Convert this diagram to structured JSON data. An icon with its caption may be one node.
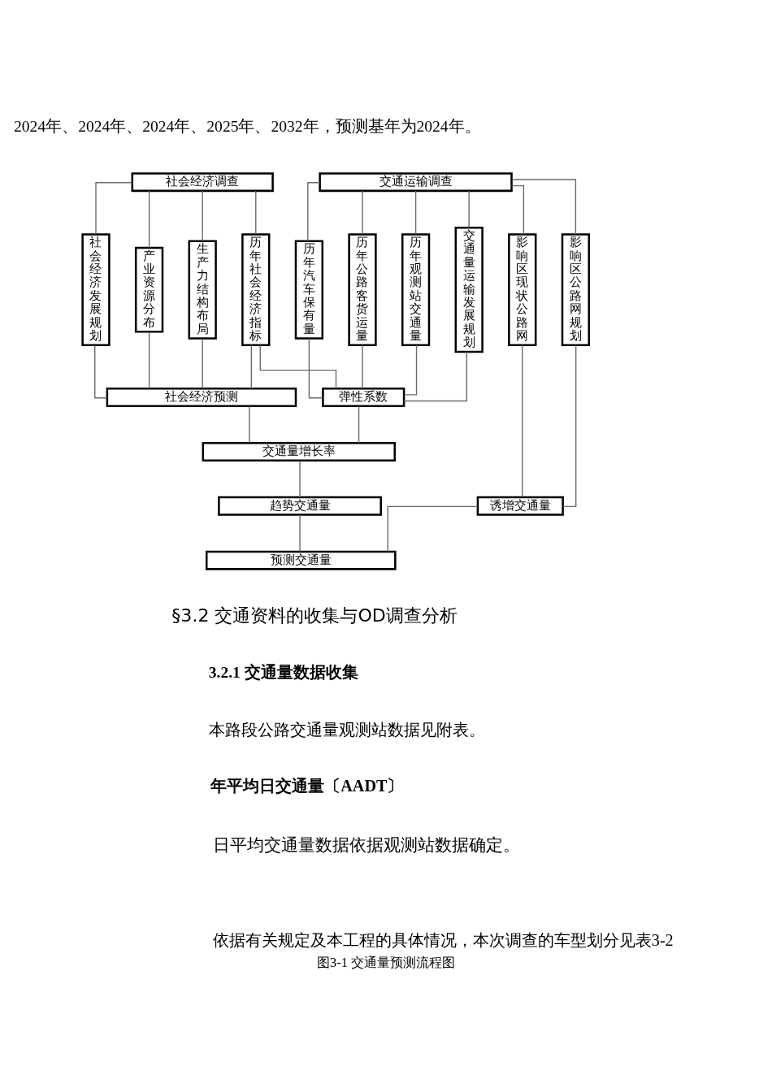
{
  "diagram": {
    "caption": "图3-1 交通量预测流程图",
    "nodes": [
      {
        "text": [
          "社会经济调查"
        ]
      },
      {
        "text": [
          "交通运输调查"
        ]
      },
      {
        "text": [
          "社会经济发展规划"
        ]
      },
      {
        "text": [
          "产业资源分布"
        ]
      },
      {
        "text": [
          "生产力结构布局"
        ]
      },
      {
        "text": [
          "历年社会经济指标"
        ]
      },
      {
        "text": [
          "历年汽车保有量"
        ]
      },
      {
        "text": [
          "历年公路客货运量"
        ]
      },
      {
        "text": [
          "历年观测站交通量"
        ]
      },
      {
        "text": [
          "交通量运输发展规划"
        ]
      },
      {
        "text": [
          "影响区现状公路网"
        ]
      },
      {
        "text": [
          "影响区公路网规划"
        ]
      },
      {
        "text": [
          "社会经济预测"
        ]
      },
      {
        "text": [
          "弹性系数"
        ]
      },
      {
        "text": [
          "交通量增长率"
        ]
      },
      {
        "text": [
          "趋势交通量"
        ]
      },
      {
        "text": [
          "诱增交通量"
        ]
      },
      {
        "text": [
          "预测交通量"
        ]
      }
    ],
    "edges": [
      {
        "from": 0,
        "to": 2,
        "arrow": "none"
      },
      {
        "from": 0,
        "to": 3,
        "arrow": "none"
      },
      {
        "from": 0,
        "to": 4,
        "arrow": "none"
      },
      {
        "from": 0,
        "to": 5,
        "arrow": "none"
      },
      {
        "from": 1,
        "to": 6,
        "arrow": "none"
      },
      {
        "from": 1,
        "to": 7,
        "arrow": "none"
      },
      {
        "from": 1,
        "to": 8,
        "arrow": "none"
      },
      {
        "from": 1,
        "to": 9,
        "arrow": "none"
      },
      {
        "from": 1,
        "to": 10,
        "arrow": "none"
      },
      {
        "from": 1,
        "to": 11,
        "arrow": "none"
      },
      {
        "from": 2,
        "to": 12,
        "arrow": "none"
      },
      {
        "from": 3,
        "to": 12,
        "arrow": "none"
      },
      {
        "from": 4,
        "to": 12,
        "arrow": "none"
      },
      {
        "from": 5,
        "to": 12,
        "arrow": "none"
      },
      {
        "from": 5,
        "to": 13,
        "arrow": "none"
      },
      {
        "from": 6,
        "to": 13,
        "arrow": "none"
      },
      {
        "from": 7,
        "to": 13,
        "arrow": "none"
      },
      {
        "from": 8,
        "to": 13,
        "arrow": "none"
      },
      {
        "from": 9,
        "to": 13,
        "arrow": "none"
      },
      {
        "from": 12,
        "to": 14,
        "arrow": "none"
      },
      {
        "from": 13,
        "to": 14,
        "arrow": "none"
      },
      {
        "from": 14,
        "to": 15,
        "arrow": "none"
      },
      {
        "from": 10,
        "to": 16,
        "arrow": "none"
      },
      {
        "from": 11,
        "to": 16,
        "arrow": "none"
      },
      {
        "from": 15,
        "to": 17,
        "arrow": "none"
      },
      {
        "from": 16,
        "to": 17,
        "arrow": "none"
      }
    ],
    "labels": [
      "2024年、2024年、2024年、2025年、2032年，预测基年为2024年。",
      "§3.2 交通资料的收集与OD调查分析",
      "3.2.1 交通量数据收集",
      "本路段公路交通量观测站数据见附表。",
      "年平均日交通量〔AADT〕",
      "日平均交通量数据依据观测站数据确定。",
      "依据有关规定及本工程的具体情况，本次调查的车型划分见表3-2"
    ]
  }
}
